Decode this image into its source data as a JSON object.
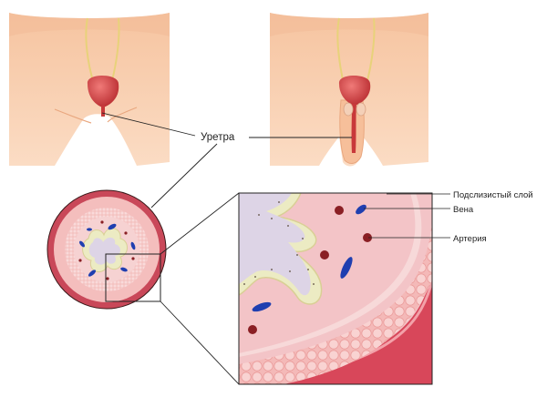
{
  "labels": {
    "urethra": "Уретра",
    "submucosa": "Подслизистый слой",
    "vein": "Вена",
    "artery": "Артерия"
  },
  "colors": {
    "skin": "#f8c9a6",
    "skin_shadow": "#eaa883",
    "bladder": "#c8383a",
    "tissue": "#f2b7b6",
    "tissue_light": "#f7d0d0",
    "lumen": "#ddd4e6",
    "epithelium": "#ecebc3",
    "vein": "#1f3fb0",
    "artery": "#8a1f24",
    "outer_wall": "#d8475a",
    "leader_line": "#222222"
  }
}
